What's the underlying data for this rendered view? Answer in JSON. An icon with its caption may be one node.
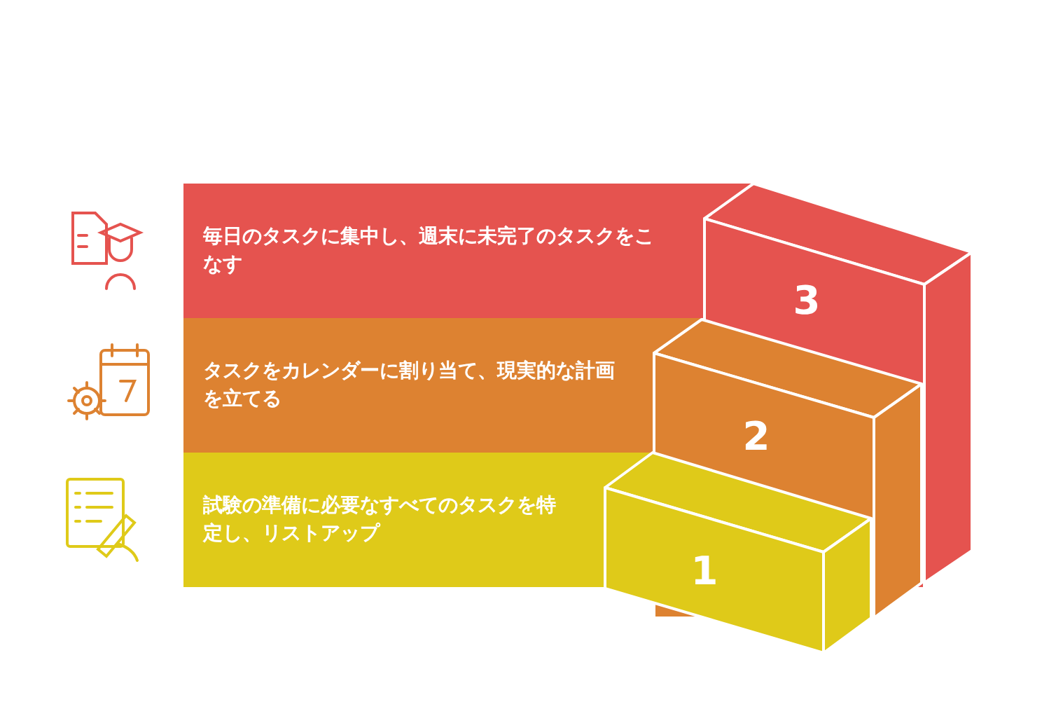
{
  "diagram": {
    "nodes": [
      {
        "text": [
          "毎日のタスクに集中し、週末に未完了のタスクをこなす"
        ]
      },
      {
        "text": [
          "3"
        ]
      },
      {
        "text": [
          "タスクをカレンダーに割り当て、現実的な計画を立てる"
        ]
      },
      {
        "text": [
          "2"
        ]
      },
      {
        "text": [
          "試験の準備に必要なすべてのタスクを特定し、リストアップ"
        ]
      },
      {
        "text": [
          "1"
        ]
      }
    ]
  }
}
